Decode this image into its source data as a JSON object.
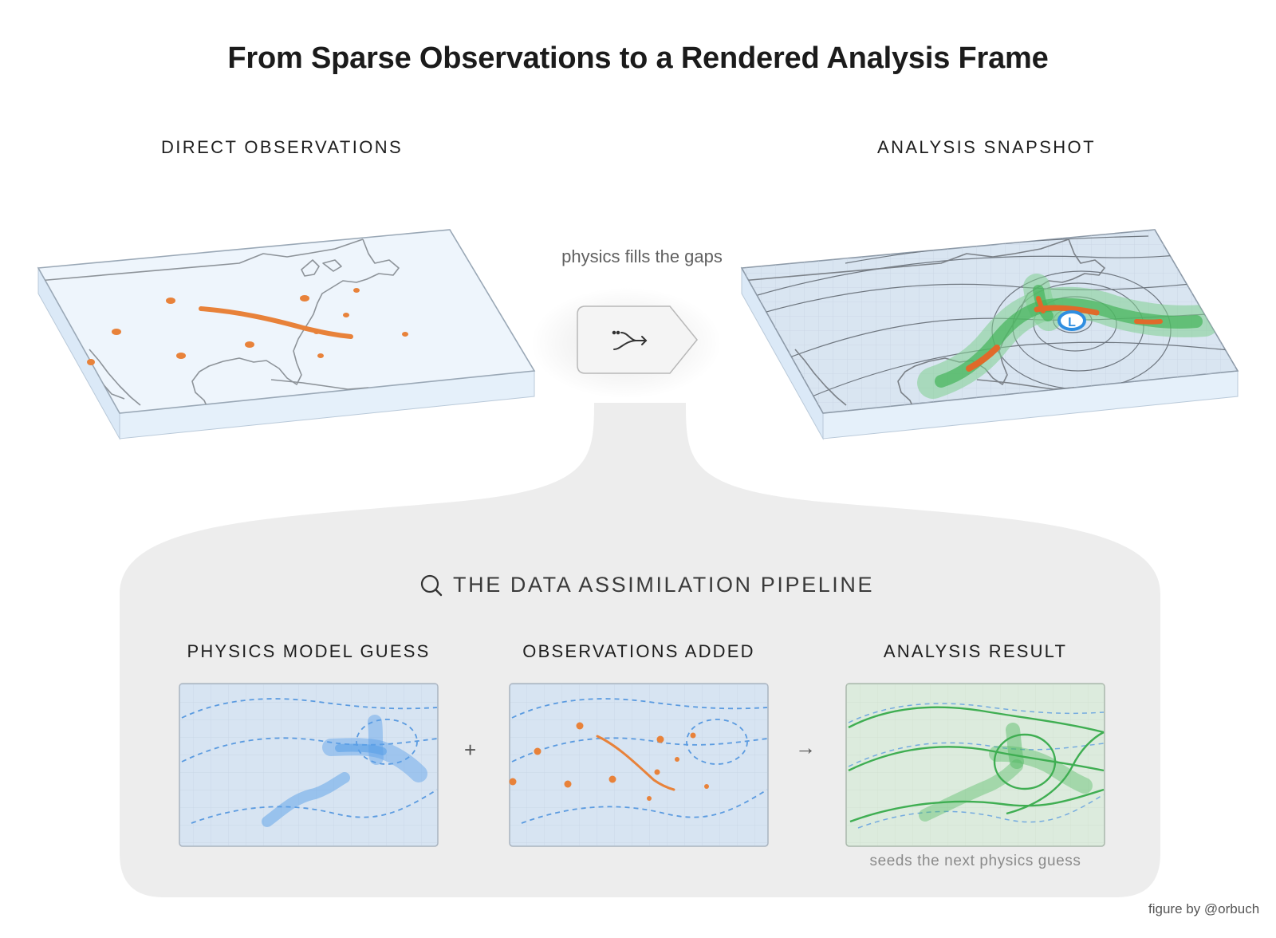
{
  "title": "From Sparse Observations to a Rendered Analysis Frame",
  "panels": {
    "direct": {
      "caption": "DIRECT OBSERVATIONS"
    },
    "analysis": {
      "caption": "ANALYSIS SNAPSHOT",
      "low_marker": "L"
    }
  },
  "connector": {
    "caption": "physics fills the gaps",
    "icon": "merge-arrow-icon"
  },
  "pipeline": {
    "icon": "search-icon",
    "title": "THE DATA ASSIMILATION PIPELINE",
    "steps": [
      {
        "caption": "PHYSICS MODEL GUESS"
      },
      {
        "caption": "OBSERVATIONS ADDED"
      },
      {
        "caption": "ANALYSIS RESULT",
        "note": "seeds the next physics guess"
      }
    ],
    "operators": {
      "plus": "+",
      "arrow": "→"
    }
  },
  "credit": "figure by @orbuch",
  "colors": {
    "observation_orange": "#E8823A",
    "guess_blue": "#5B9BE0",
    "analysis_green": "#4DB860",
    "panel_bg": "#EDEDED"
  }
}
